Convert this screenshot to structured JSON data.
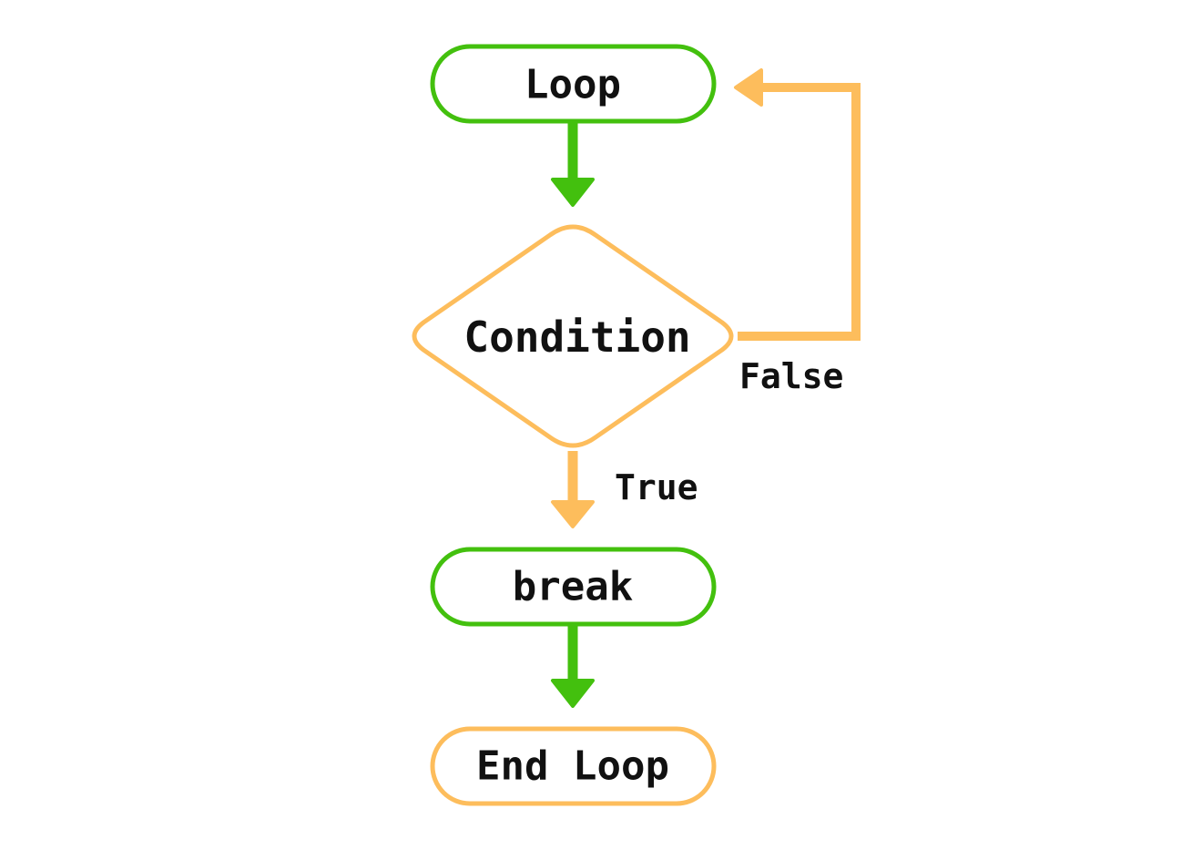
{
  "colors": {
    "green": "#43C00E",
    "orange": "#FDBD5C",
    "text": "#111111",
    "background": "#FFFFFF"
  },
  "nodes": {
    "loop": {
      "label": "Loop",
      "shape": "terminator",
      "color": "green"
    },
    "condition": {
      "label": "Condition",
      "shape": "decision",
      "color": "orange"
    },
    "break": {
      "label": "break",
      "shape": "terminator",
      "color": "green"
    },
    "end_loop": {
      "label": "End Loop",
      "shape": "terminator",
      "color": "orange"
    }
  },
  "edges": {
    "loop_to_condition": {
      "from": "Loop",
      "to": "Condition",
      "color": "green"
    },
    "condition_false": {
      "from": "Condition",
      "to": "Loop",
      "label": "False",
      "color": "orange"
    },
    "condition_true": {
      "from": "Condition",
      "to": "break",
      "label": "True",
      "color": "orange"
    },
    "break_to_end": {
      "from": "break",
      "to": "End Loop",
      "color": "green"
    }
  }
}
